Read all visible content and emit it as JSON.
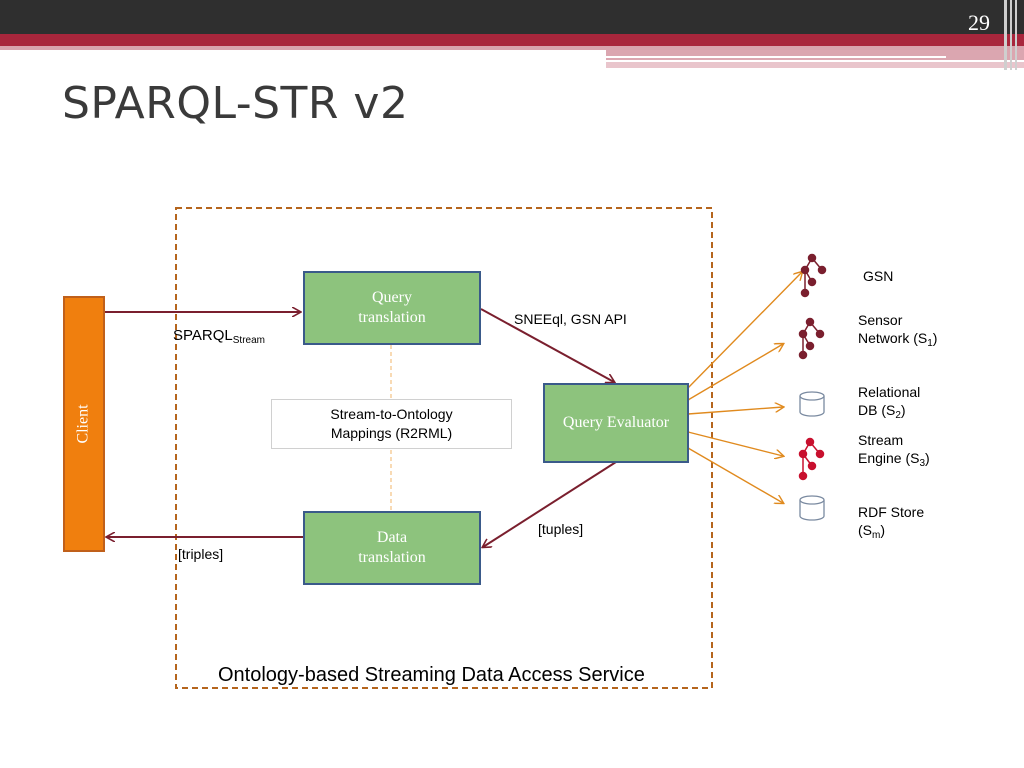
{
  "slide": {
    "page_number": "29",
    "title": "SPARQL-STR v2"
  },
  "diagram": {
    "client": "Client",
    "query_translation": [
      "Query",
      "translation"
    ],
    "query_evaluator": "Query Evaluator",
    "data_translation": [
      "Data",
      "translation"
    ],
    "mappings": [
      "Stream-to-Ontology",
      "Mappings (R2RML)"
    ],
    "service_label": "Ontology-based Streaming Data Access Service",
    "edge_labels": {
      "sparql": "SPARQL",
      "sparql_sub": "Stream",
      "sneeql": "SNEEql, GSN API",
      "tuples": "[tuples]",
      "triples": "[triples]"
    },
    "sources": [
      {
        "icon": "network-icon",
        "line1": "GSN",
        "line2": "",
        "sub": "",
        "close": ""
      },
      {
        "icon": "network-icon",
        "line1": "Sensor",
        "line2": "Network (S",
        "sub": "1",
        "close": ")"
      },
      {
        "icon": "database-icon",
        "line1": "Relational",
        "line2": "DB (S",
        "sub": "2",
        "close": ")"
      },
      {
        "icon": "network-icon",
        "line1": "Stream",
        "line2": "Engine (S",
        "sub": "3",
        "close": ")"
      },
      {
        "icon": "database-icon",
        "line1": "RDF Store",
        "line2": "(S",
        "sub": "m",
        "close": ")"
      }
    ],
    "colors": {
      "edge": "#7a1f2e",
      "source_edge": "#e08a1e",
      "boundary": "#b5651d",
      "box": "#8dc37d",
      "client": "#f07f0e"
    }
  }
}
